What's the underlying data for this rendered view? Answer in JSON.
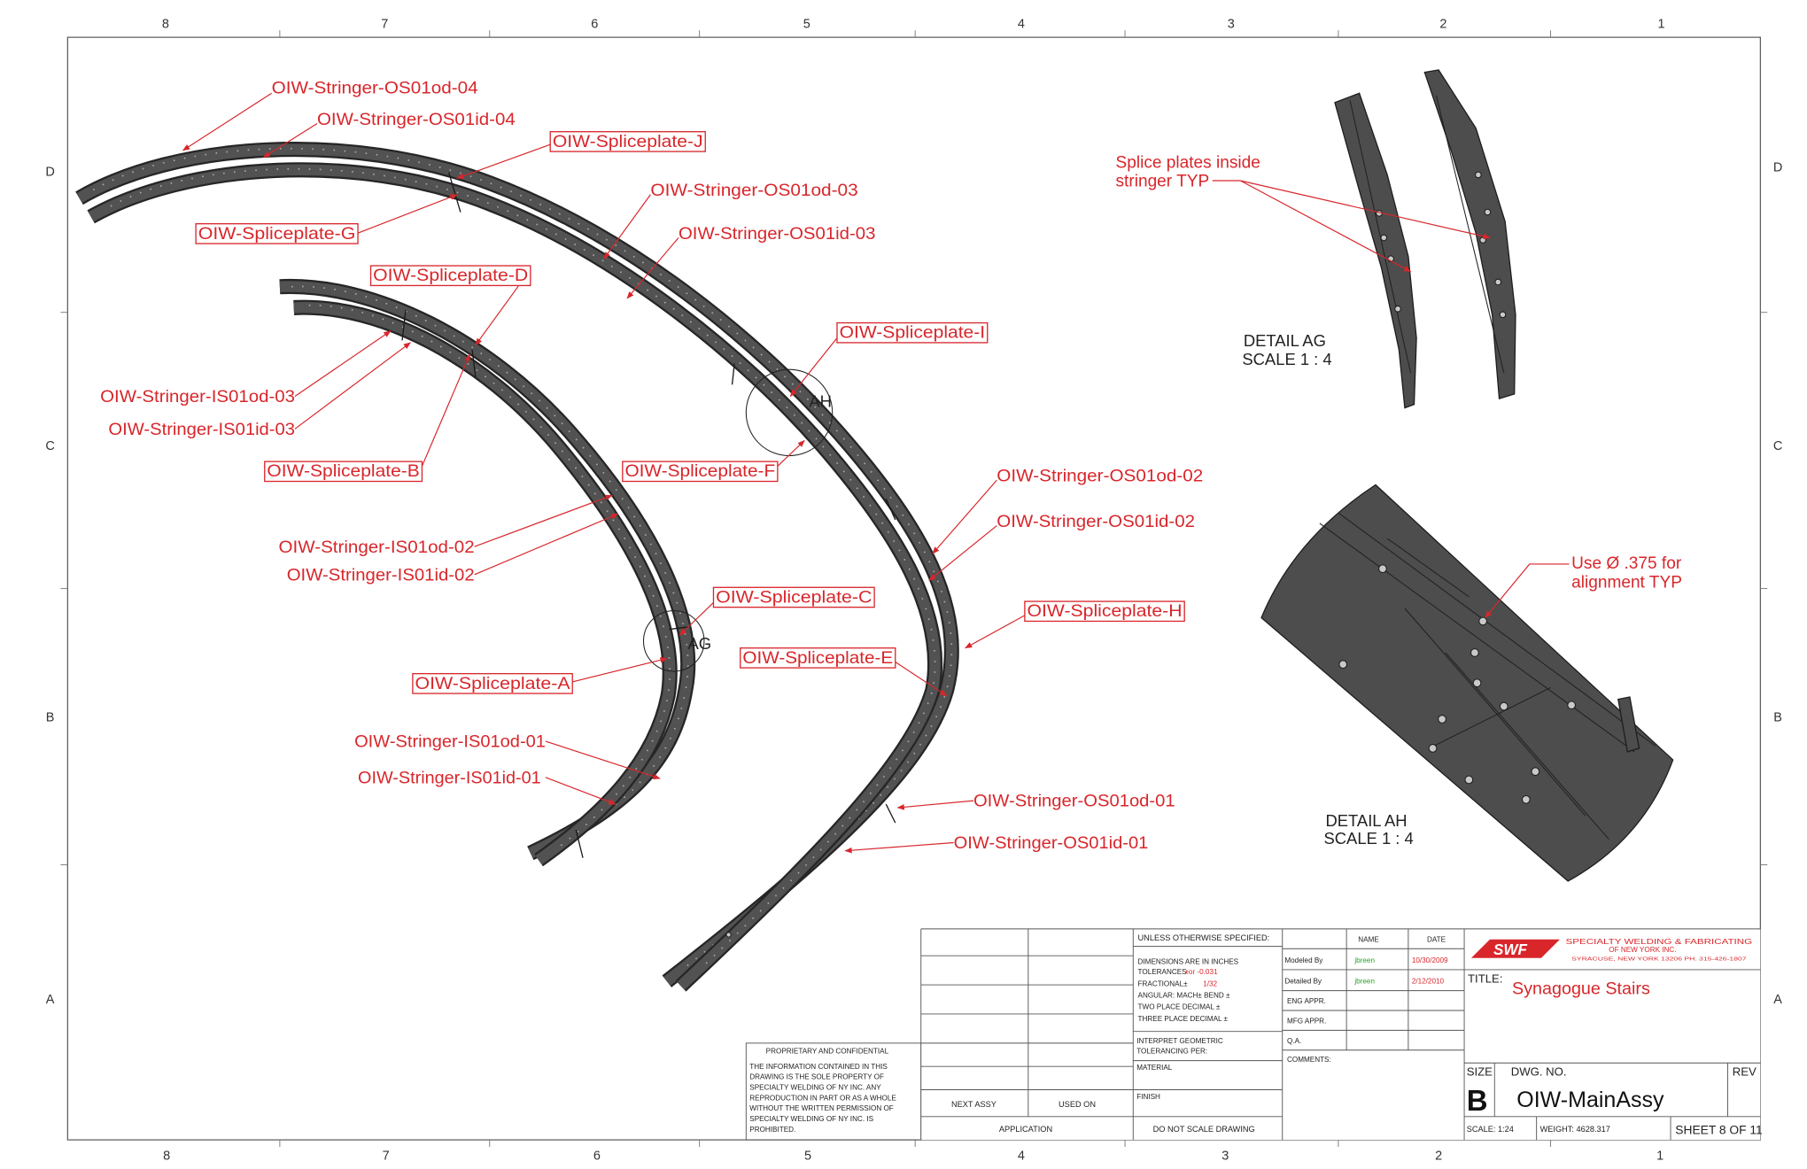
{
  "zones": {
    "columns": [
      "8",
      "7",
      "6",
      "5",
      "4",
      "3",
      "2",
      "1"
    ],
    "rows": [
      "D",
      "C",
      "B",
      "A"
    ]
  },
  "callouts": {
    "os01od_04": "OIW-Stringer-OS01od-04",
    "os01id_04": "OIW-Stringer-OS01id-04",
    "splice_j": "OIW-Spliceplate-J",
    "splice_g": "OIW-Spliceplate-G",
    "os01od_03": "OIW-Stringer-OS01od-03",
    "os01id_03": "OIW-Stringer-OS01id-03",
    "splice_d": "OIW-Spliceplate-D",
    "splice_i": "OIW-Spliceplate-I",
    "is01od_03": "OIW-Stringer-IS01od-03",
    "is01id_03": "OIW-Stringer-IS01id-03",
    "splice_b": "OIW-Spliceplate-B",
    "splice_f": "OIW-Spliceplate-F",
    "os01od_02": "OIW-Stringer-OS01od-02",
    "os01id_02": "OIW-Stringer-OS01id-02",
    "is01od_02": "OIW-Stringer-IS01od-02",
    "is01id_02": "OIW-Stringer-IS01id-02",
    "splice_c": "OIW-Spliceplate-C",
    "splice_h": "OIW-Spliceplate-H",
    "splice_e": "OIW-Spliceplate-E",
    "splice_a": "OIW-Spliceplate-A",
    "is01od_01": "OIW-Stringer-IS01od-01",
    "is01id_01": "OIW-Stringer-IS01id-01",
    "os01od_01": "OIW-Stringer-OS01od-01",
    "os01id_01": "OIW-Stringer-OS01id-01"
  },
  "detail_markers": {
    "ah": "AH",
    "ag": "AG"
  },
  "details": {
    "ag": {
      "title": "DETAIL AG",
      "scale": "SCALE 1 : 4"
    },
    "ah": {
      "title": "DETAIL AH",
      "scale": "SCALE 1 : 4"
    }
  },
  "notes": {
    "splice": [
      "Splice plates inside",
      "stringer TYP"
    ],
    "alignment": [
      "Use Ø .375 for",
      "alignment TYP"
    ]
  },
  "title_block": {
    "proprietary": {
      "heading": "PROPRIETARY AND CONFIDENTIAL",
      "lines": [
        "THE INFORMATION CONTAINED IN THIS",
        "DRAWING IS THE SOLE PROPERTY OF",
        "SPECIALTY WELDING OF NY INC. ANY",
        "REPRODUCTION IN PART OR AS A WHOLE",
        "WITHOUT THE WRITTEN PERMISSION OF",
        "SPECIALTY WELDING OF NY INC. IS",
        "PROHIBITED."
      ]
    },
    "next_assy": "NEXT ASSY",
    "used_on": "USED ON",
    "application": "APPLICATION",
    "unless": "UNLESS OTHERWISE SPECIFIED:",
    "dimensions": "DIMENSIONS ARE IN INCHES",
    "tolerances_label": "TOLERANCES:",
    "tolerances_value": "+or -0.031",
    "fractional_label": "FRACTIONAL±",
    "fractional_value": "1/32",
    "angular": "ANGULAR: MACH±    BEND ±",
    "two_place": "TWO PLACE DECIMAL    ±",
    "three_place": "THREE PLACE DECIMAL   ±",
    "interpret": [
      "INTERPRET GEOMETRIC",
      "TOLERANCING PER:"
    ],
    "material": "MATERIAL",
    "finish": "FINISH",
    "do_not_scale": "DO NOT SCALE DRAWING",
    "name_header": "NAME",
    "date_header": "DATE",
    "approvals": [
      {
        "role": "Modeled By",
        "name": "jbreen",
        "date": "10/30/2009"
      },
      {
        "role": "Detailed By",
        "name": "jbreen",
        "date": "2/12/2010"
      },
      {
        "role": "ENG APPR."
      },
      {
        "role": "MFG APPR."
      },
      {
        "role": "Q.A."
      }
    ],
    "comments": "COMMENTS:",
    "company": {
      "logo": "SWF",
      "name": "SPECIALTY WELDING & FABRICATING",
      "name2": "OF NEW YORK INC.",
      "address": "SYRACUSE, NEW YORK 13206 PH. 315-426-1807"
    },
    "title_label": "TITLE:",
    "title": "Synagogue Stairs",
    "size_label": "SIZE",
    "size": "B",
    "dwg_no_label": "DWG. NO.",
    "dwg_no": "OIW-MainAssy",
    "rev_label": "REV",
    "scale": "SCALE: 1:24",
    "weight": "WEIGHT: 4628.317",
    "sheet": "SHEET 8 OF 11"
  },
  "colors": {
    "annotation": "#d8262b",
    "part": "#4d4d4d",
    "signature": "#2aa52a",
    "frame": "#555555"
  }
}
